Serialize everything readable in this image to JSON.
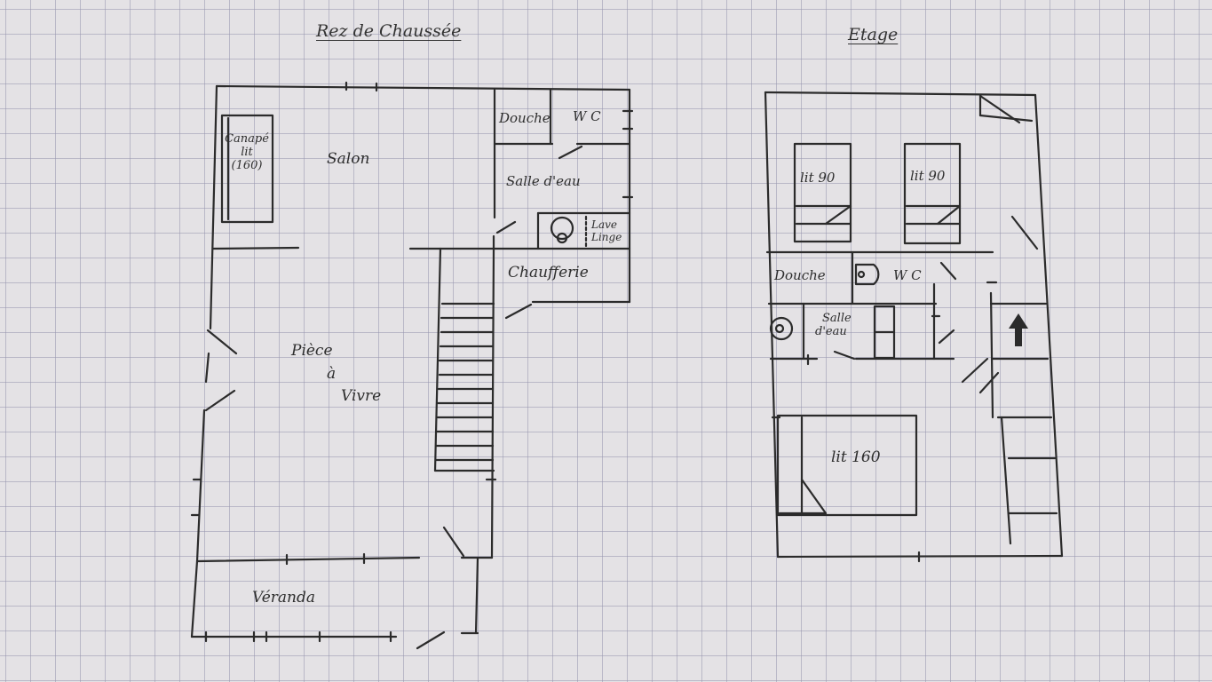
{
  "titles": {
    "ground_floor": "Rez de Chaussée",
    "upper_floor": "Etage"
  },
  "ground_floor": {
    "canape_line1": "Canapé",
    "canape_line2": "lit",
    "canape_line3": "(160)",
    "salon": "Salon",
    "douche": "Douche",
    "wc": "W C",
    "salle_eau": "Salle d'eau",
    "lave_linge_line1": "Lave",
    "lave_linge_line2": "Linge",
    "chaufferie": "Chaufferie",
    "piece_line1": "Pièce",
    "piece_line2": "à",
    "piece_line3": "Vivre",
    "veranda": "Véranda"
  },
  "upper_floor": {
    "lit90_a": "lit 90",
    "lit90_b": "lit 90",
    "douche": "Douche",
    "wc": "W C",
    "salle_eau_line1": "Salle",
    "salle_eau_line2": "d'eau",
    "lit160": "lit 160"
  },
  "colors": {
    "ink": "#2e2e2e",
    "paper": "#e4e2e5",
    "grid": "#9696af"
  }
}
